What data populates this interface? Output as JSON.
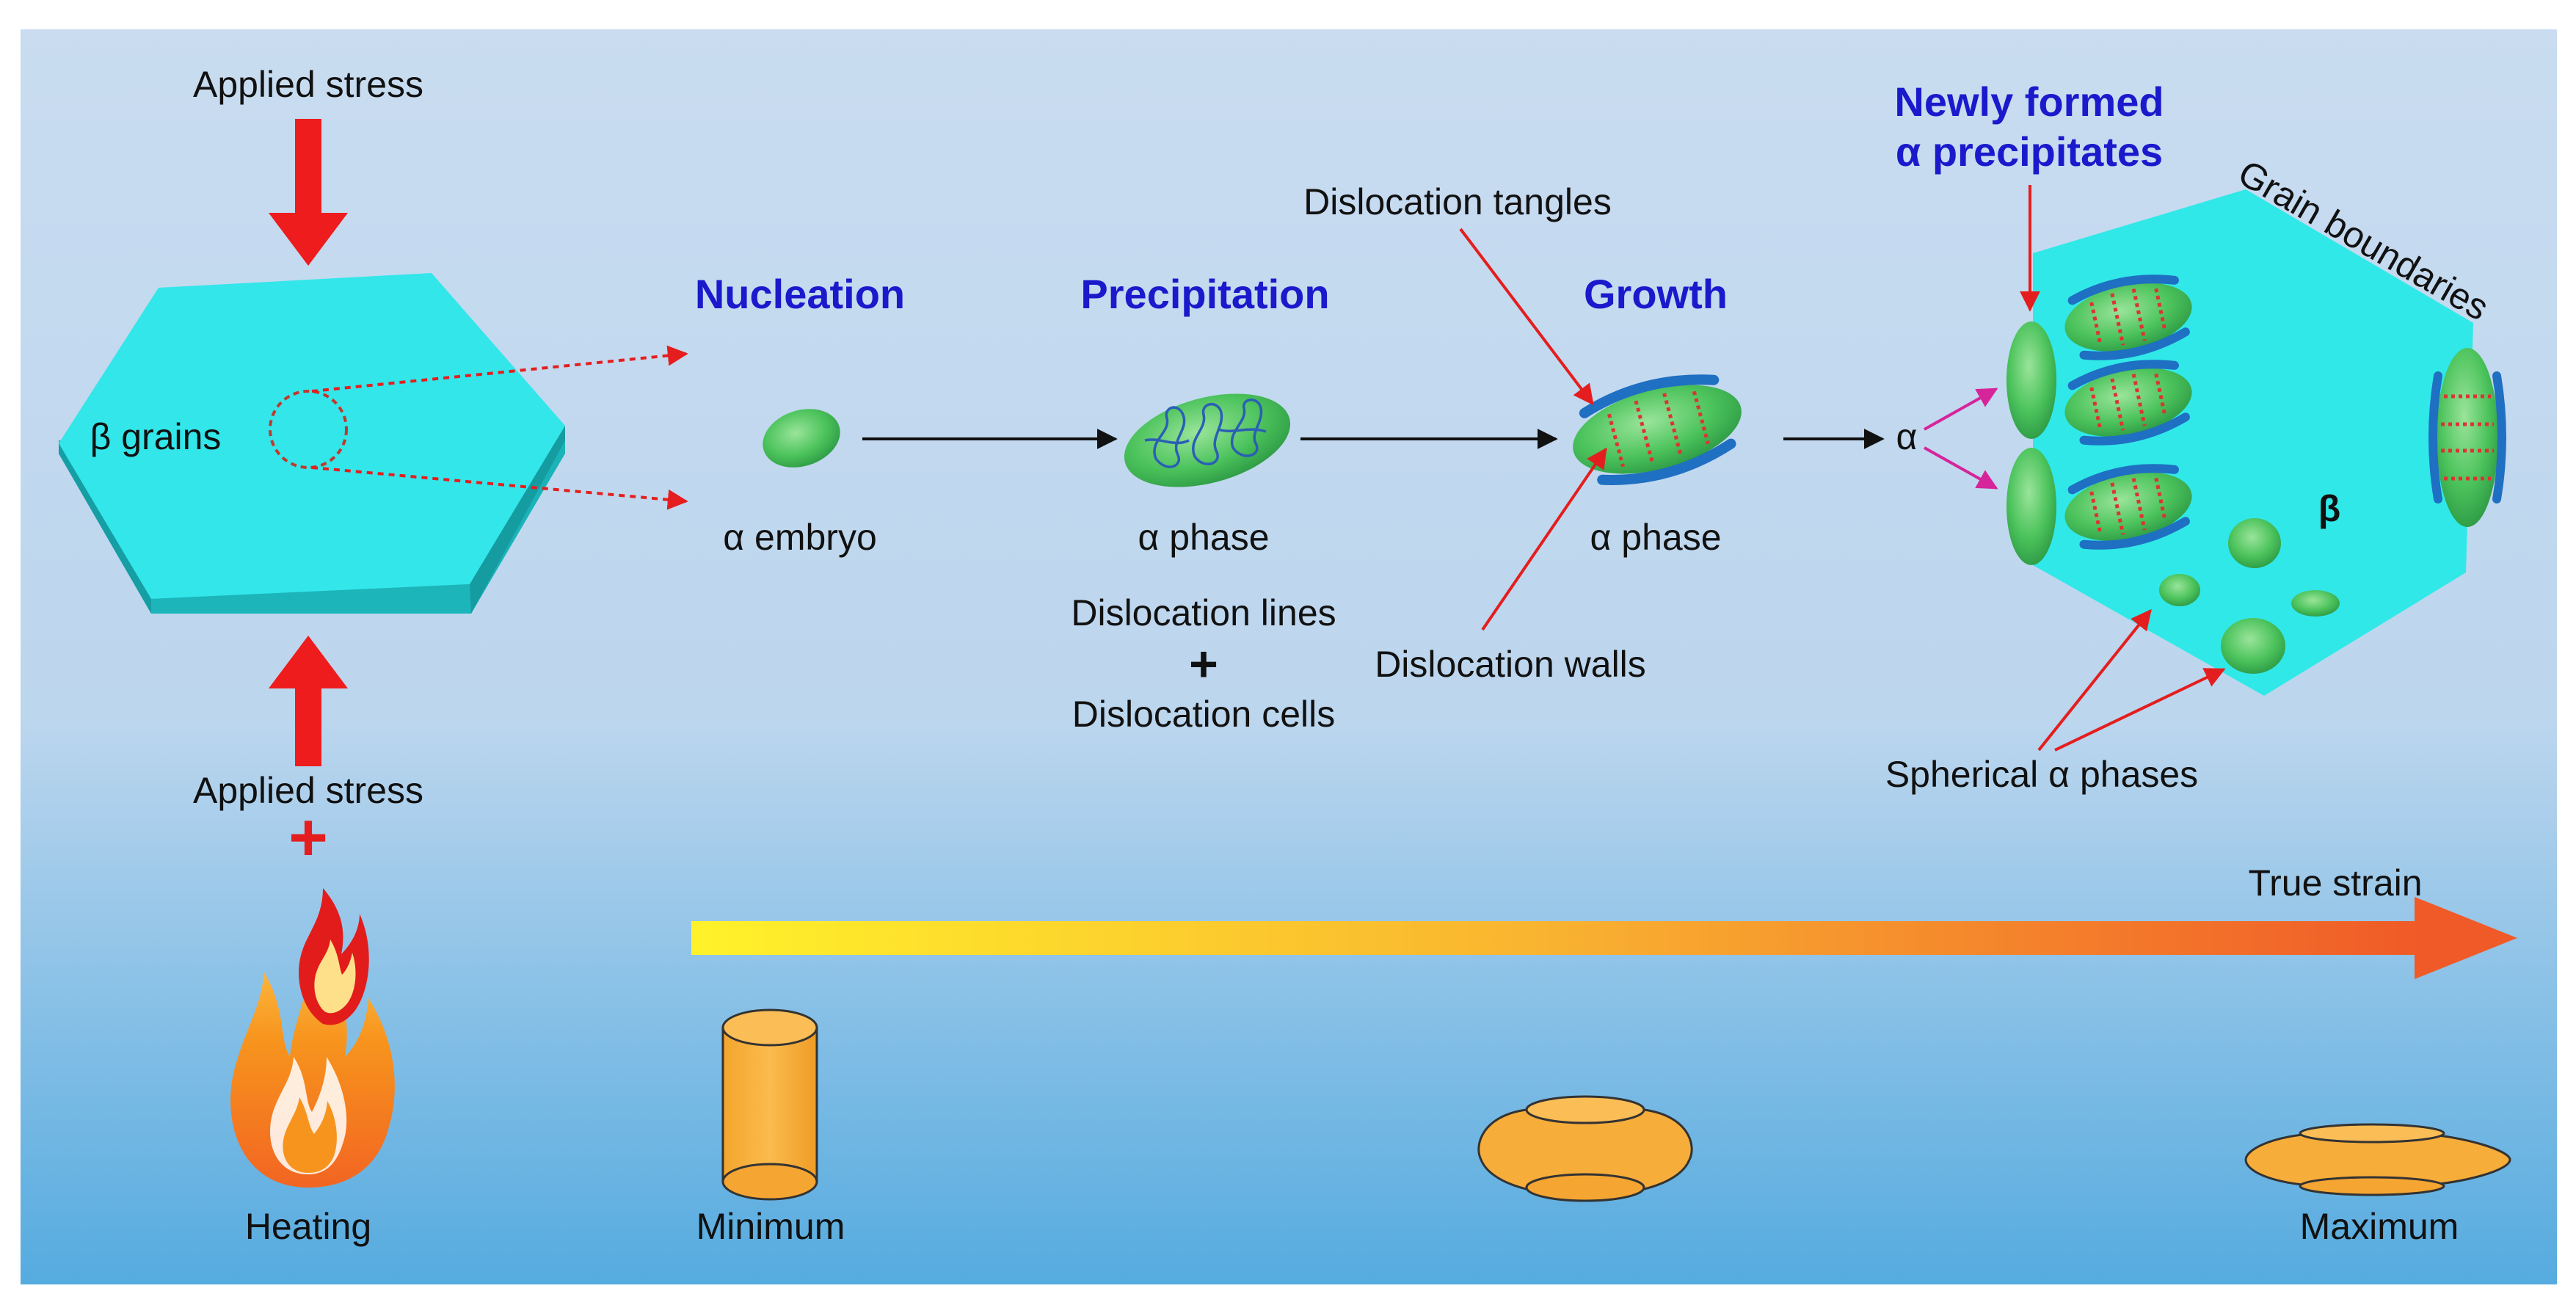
{
  "labels": {
    "applied_stress_top": "Applied stress",
    "applied_stress_bottom": "Applied stress",
    "beta_grains": "β grains",
    "heating": "Heating",
    "alpha_embryo": "α embryo",
    "alpha_phase_1": "α phase",
    "alpha_phase_2": "α phase",
    "dislocation_lines": "Dislocation lines",
    "dislocation_cells": "Dislocation cells",
    "dislocation_tangles": "Dislocation tangles",
    "dislocation_walls": "Dislocation walls",
    "newly_formed_line1": "Newly formed",
    "newly_formed_line2": "α precipitates",
    "grain_boundaries": "Grain boundaries",
    "alpha_symbol": "α",
    "beta_symbol": "β",
    "spherical_alpha": "Spherical α phases",
    "true_strain": "True strain",
    "minimum": "Minimum",
    "maximum": "Maximum",
    "plus_red": "+",
    "plus_black": "+"
  },
  "stages": {
    "nucleation": "Nucleation",
    "precipitation": "Precipitation",
    "growth": "Growth"
  },
  "colors": {
    "background_top": "#c9dcf0",
    "background_bottom": "#5aaee0",
    "stress_arrow": "#ee1c1c",
    "grain_fill": "#30e8e8",
    "stage_title": "#1a1acc",
    "alpha_particle": "#4cc35c",
    "dislocation_wall": "#1f6fc2",
    "sample_fill": "#f7ad3a",
    "strain_arrow_start": "#fff22a",
    "strain_arrow_end": "#f05a28"
  }
}
